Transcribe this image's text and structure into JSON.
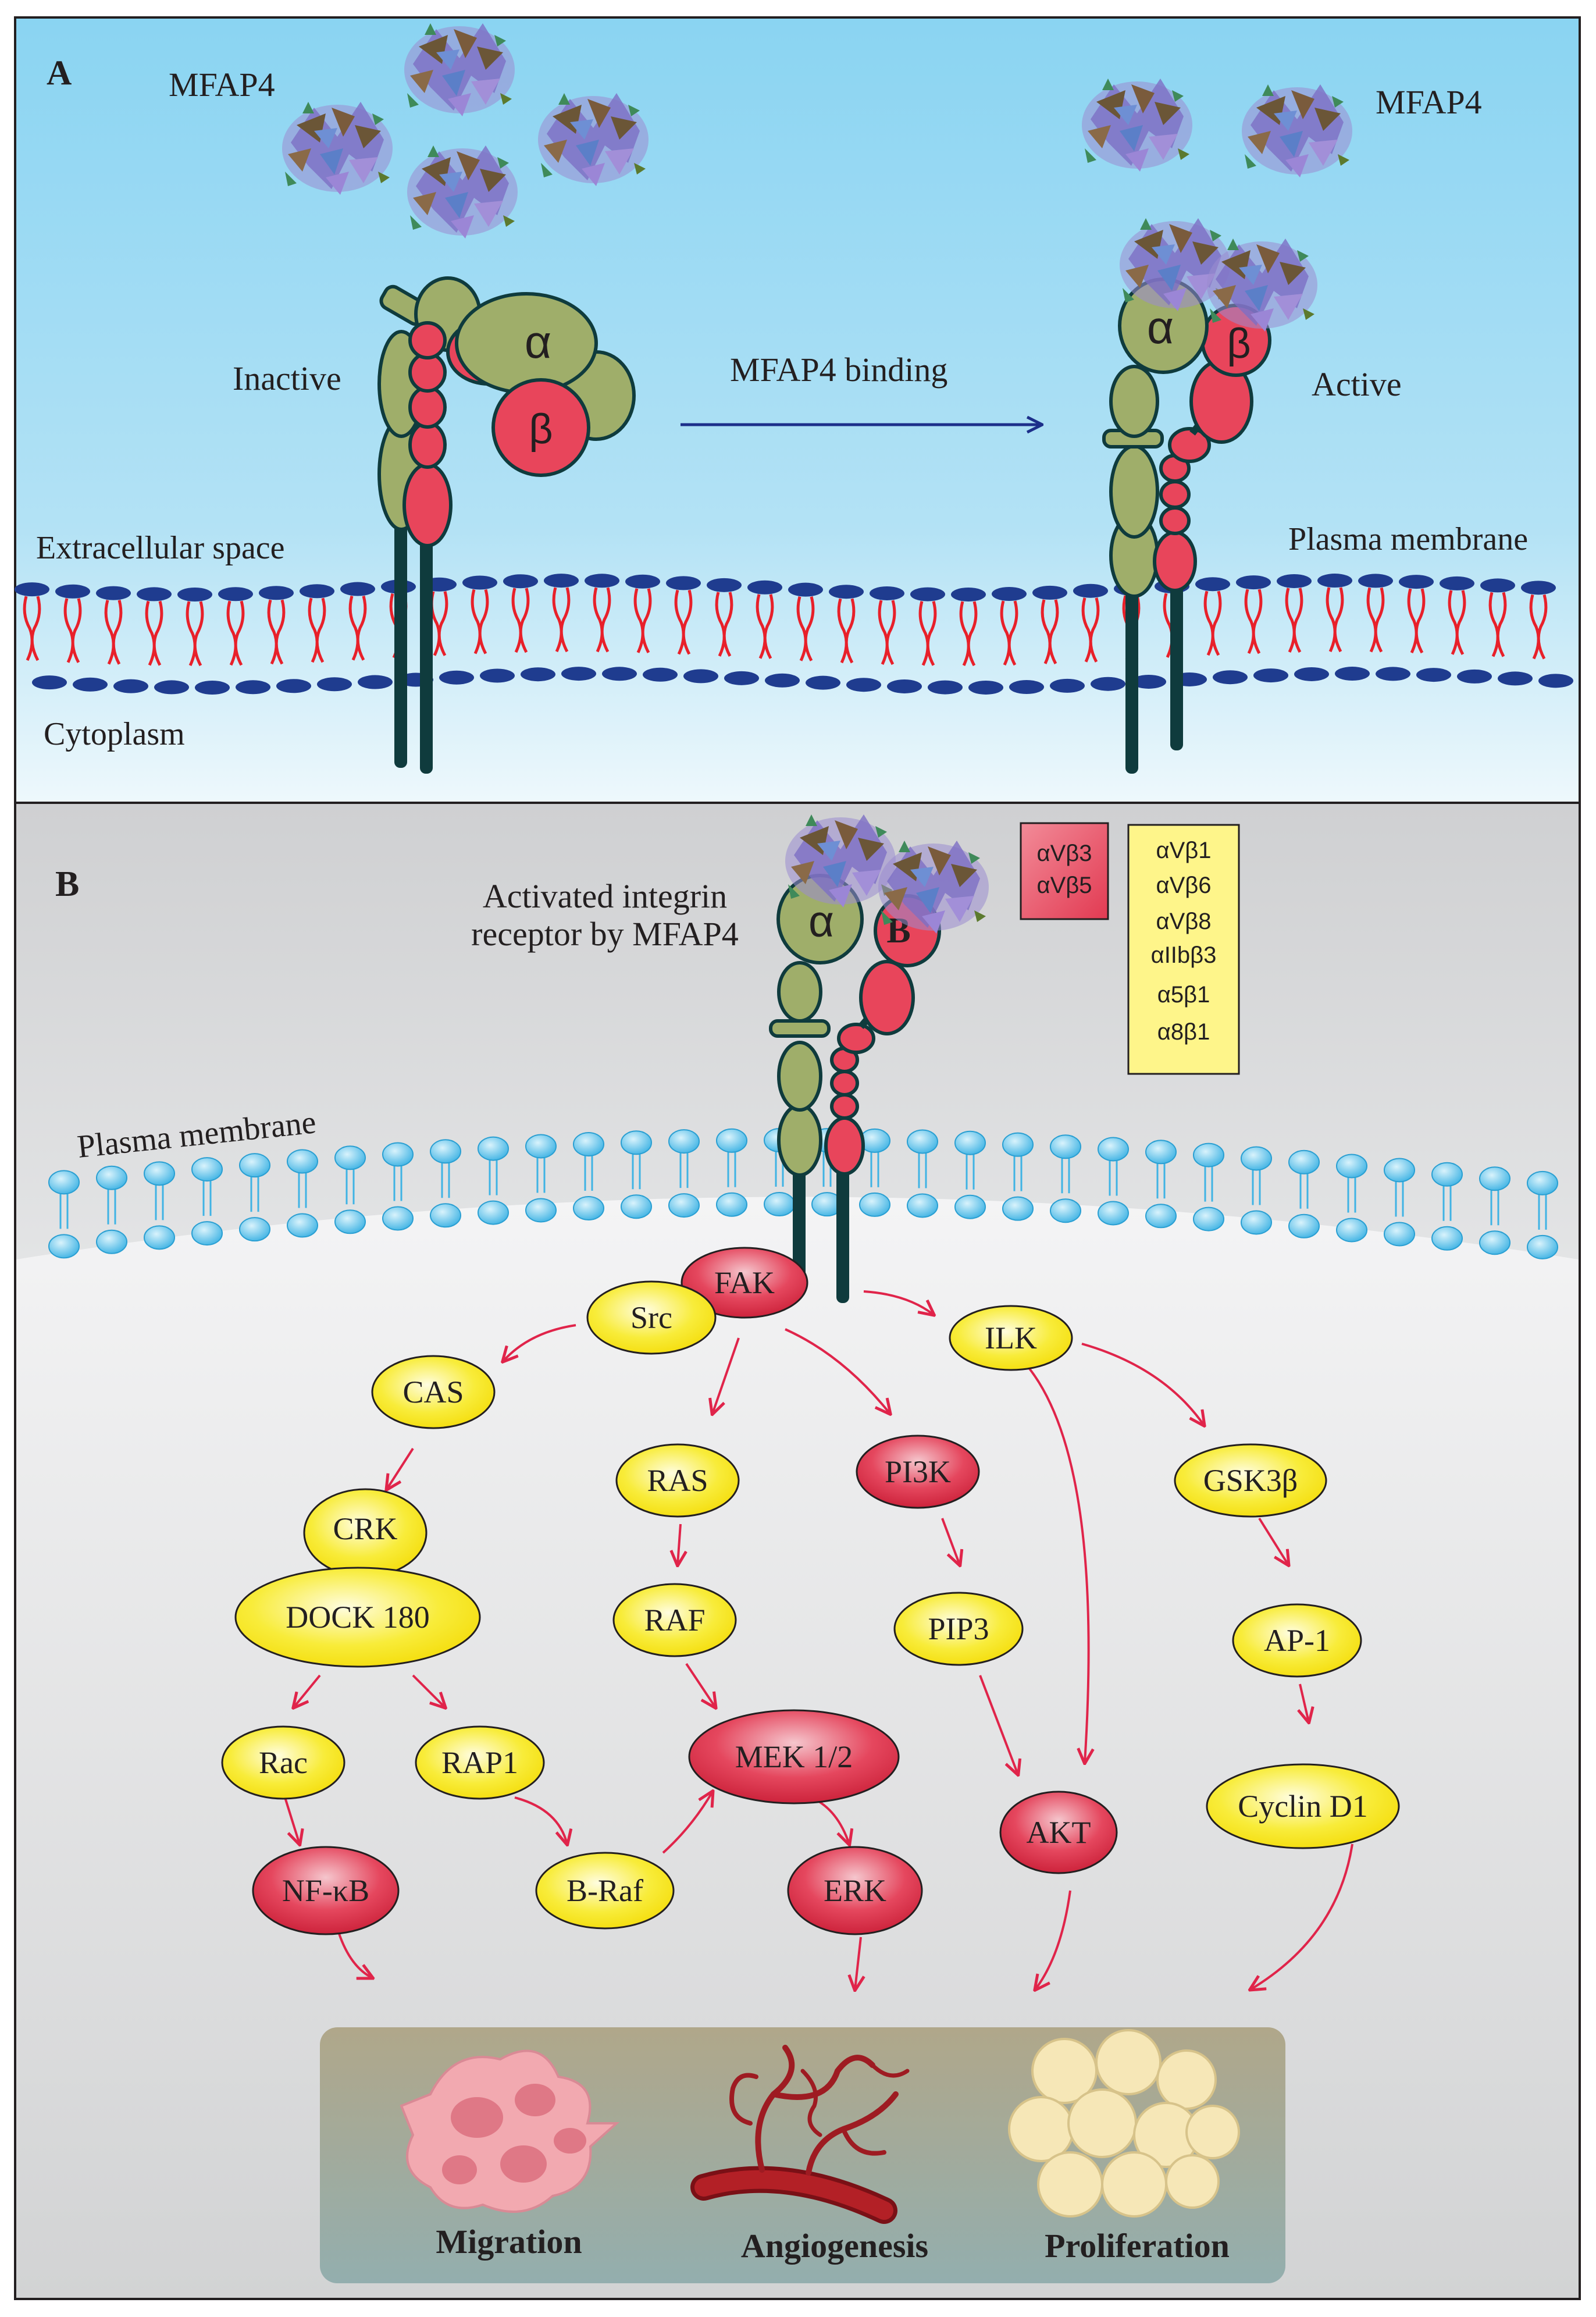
{
  "panelA": {
    "letter": "A",
    "mfap4_left": "MFAP4",
    "mfap4_right": "MFAP4",
    "inactive": "Inactive",
    "active": "Active",
    "binding": "MFAP4 binding",
    "extracellular": "Extracellular space",
    "plasma_membrane": "Plasma membrane",
    "cytoplasm": "Cytoplasm",
    "alpha": "α",
    "beta": "β"
  },
  "panelB": {
    "letter": "B",
    "activated_line1": "Activated integrin",
    "activated_line2": "receptor by MFAP4",
    "plasma_membrane": "Plasma membrane",
    "alpha": "α",
    "beta": "B",
    "red_box": [
      "αVβ3",
      "αVβ5"
    ],
    "yellow_box": [
      "αVβ1",
      "αVβ6",
      "αVβ8",
      "αIIbβ3",
      "α5β1",
      "α8β1"
    ],
    "nodes": {
      "fak": "FAK",
      "src": "Src",
      "ilk": "ILK",
      "cas": "CAS",
      "ras": "RAS",
      "pi3k": "PI3K",
      "gsk3b": "GSK3β",
      "crk": "CRK",
      "dock180": "DOCK 180",
      "raf": "RAF",
      "pip3": "PIP3",
      "ap1": "AP-1",
      "rac": "Rac",
      "rap1": "RAP1",
      "mek": "MEK 1/2",
      "akt": "AKT",
      "cyclind1": "Cyclin D1",
      "nfkb": "NF-κB",
      "braf": "B-Raf",
      "erk": "ERK"
    },
    "outcomes": {
      "migration": "Migration",
      "angiogenesis": "Angiogenesis",
      "proliferation": "Proliferation"
    }
  },
  "colors": {
    "sky_top": "#8fd6f3",
    "panel_b_bg": "#d4d5d7",
    "lipid_head": "#1f3c8f",
    "lipid_tail": "#e8202a",
    "membrane_head_b": "#5fc3ea",
    "alpha_green": "#9fae6a",
    "beta_red": "#e8455b",
    "yellow_node": "#f5e500",
    "red_node": "#d9243c",
    "arrow": "#e0244a",
    "blue_arrow": "#1c2f8a",
    "outcome_bg": "#a6a78b"
  }
}
